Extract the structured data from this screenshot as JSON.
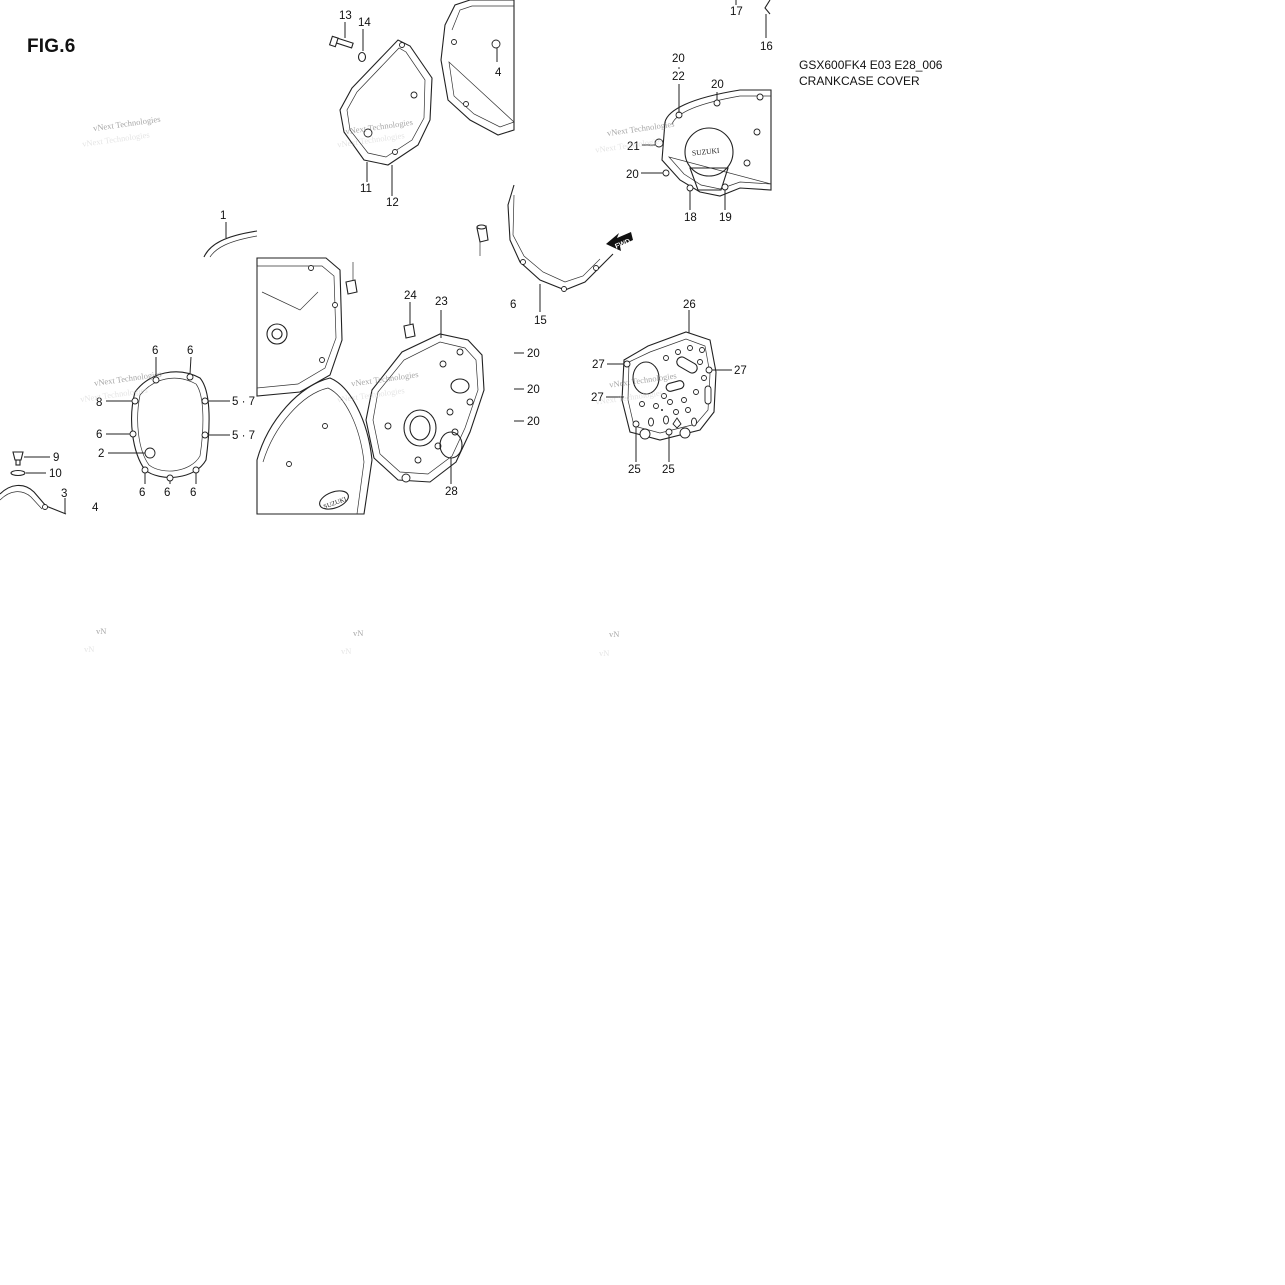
{
  "figure": {
    "title": "FIG.6",
    "model_code": "GSX600FK4 E03 E28_006",
    "section_name": "CRANKCASE COVER"
  },
  "watermark": {
    "text": "vNext Technologies",
    "fragment": "vN"
  },
  "callouts": {
    "c1": "1",
    "c2": "2",
    "c3": "3",
    "c4a": "4",
    "c4b": "4",
    "c57a": "5 · 7",
    "c57b": "5 · 7",
    "c6a": "6",
    "c6b": "6",
    "c6c": "6",
    "c6d": "6",
    "c6e": "6",
    "c6f": "6",
    "c6g": "6",
    "c8": "8",
    "c9": "9",
    "c10": "10",
    "c11": "11",
    "c12": "12",
    "c13": "13",
    "c14": "14",
    "c15": "15",
    "c16": "16",
    "c17": "17",
    "c18": "18",
    "c19": "19",
    "c20a": "20",
    "c20b": "20",
    "c20c": "20",
    "c20d": "20",
    "c20e": "20",
    "c20f": "20",
    "c21": "21",
    "c22": "22",
    "c23": "23",
    "c24": "24",
    "c25a": "25",
    "c25b": "25",
    "c26": "26",
    "c27a": "27",
    "c27b": "27",
    "c27c": "27",
    "c28": "28",
    "fwd": "FWD",
    "brand": "SUZUKI"
  }
}
